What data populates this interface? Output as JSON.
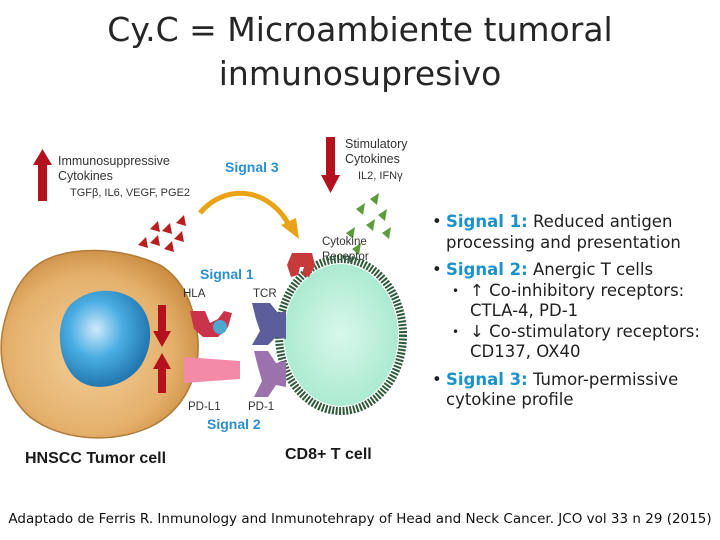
{
  "title": {
    "line1": "Cy.C = Microambiente tumoral",
    "line2": "inmunosupresivo"
  },
  "diagram": {
    "immunosuppressive_label_1": "Immunosuppressive",
    "immunosuppressive_label_2": "Cytokines",
    "immunosuppressive_examples": "TGFβ, IL6, VEGF, PGE2",
    "stimulatory_label_1": "Stimulatory",
    "stimulatory_label_2": "Cytokines",
    "stimulatory_examples": "IL2, IFNγ",
    "signal3": "Signal 3",
    "signal1": "Signal 1",
    "signal2": "Signal 2",
    "cytokine_receptor_1": "Cytokine",
    "cytokine_receptor_2": "Receptor",
    "hla": "HLA",
    "tcr": "TCR",
    "pdl1": "PD-L1",
    "pd1": "PD-1",
    "tumor_cell": "HNSCC Tumor cell",
    "t_cell": "CD8+ T cell",
    "colors": {
      "signal_blue": "#2a8fd0",
      "arrow_red": "#b3111d",
      "tumor_fill": "#e8b87a",
      "nucleus": "#3aa0d8",
      "tcell_fill": "#b6efd9",
      "tcell_ring": "#2e5a3a",
      "cytokine_green": "#5c9a3a"
    }
  },
  "bullets": {
    "s1_label": "Signal 1:",
    "s1_text": " Reduced antigen processing and presentation",
    "s2_label": "Signal 2:",
    "s2_text": " Anergic  T cells",
    "s2_sub1": "↑ Co-inhibitory receptors: CTLA-4, PD-1",
    "s2_sub2": "↓ Co-stimulatory receptors: CD137, OX40",
    "s3_label": "Signal 3:",
    "s3_text": " Tumor-permissive cytokine profile"
  },
  "footer": "Adaptado de Ferris R. Inmunology and Inmunotehrapy of Head and Neck Cancer. JCO vol 33 n 29 (2015)"
}
